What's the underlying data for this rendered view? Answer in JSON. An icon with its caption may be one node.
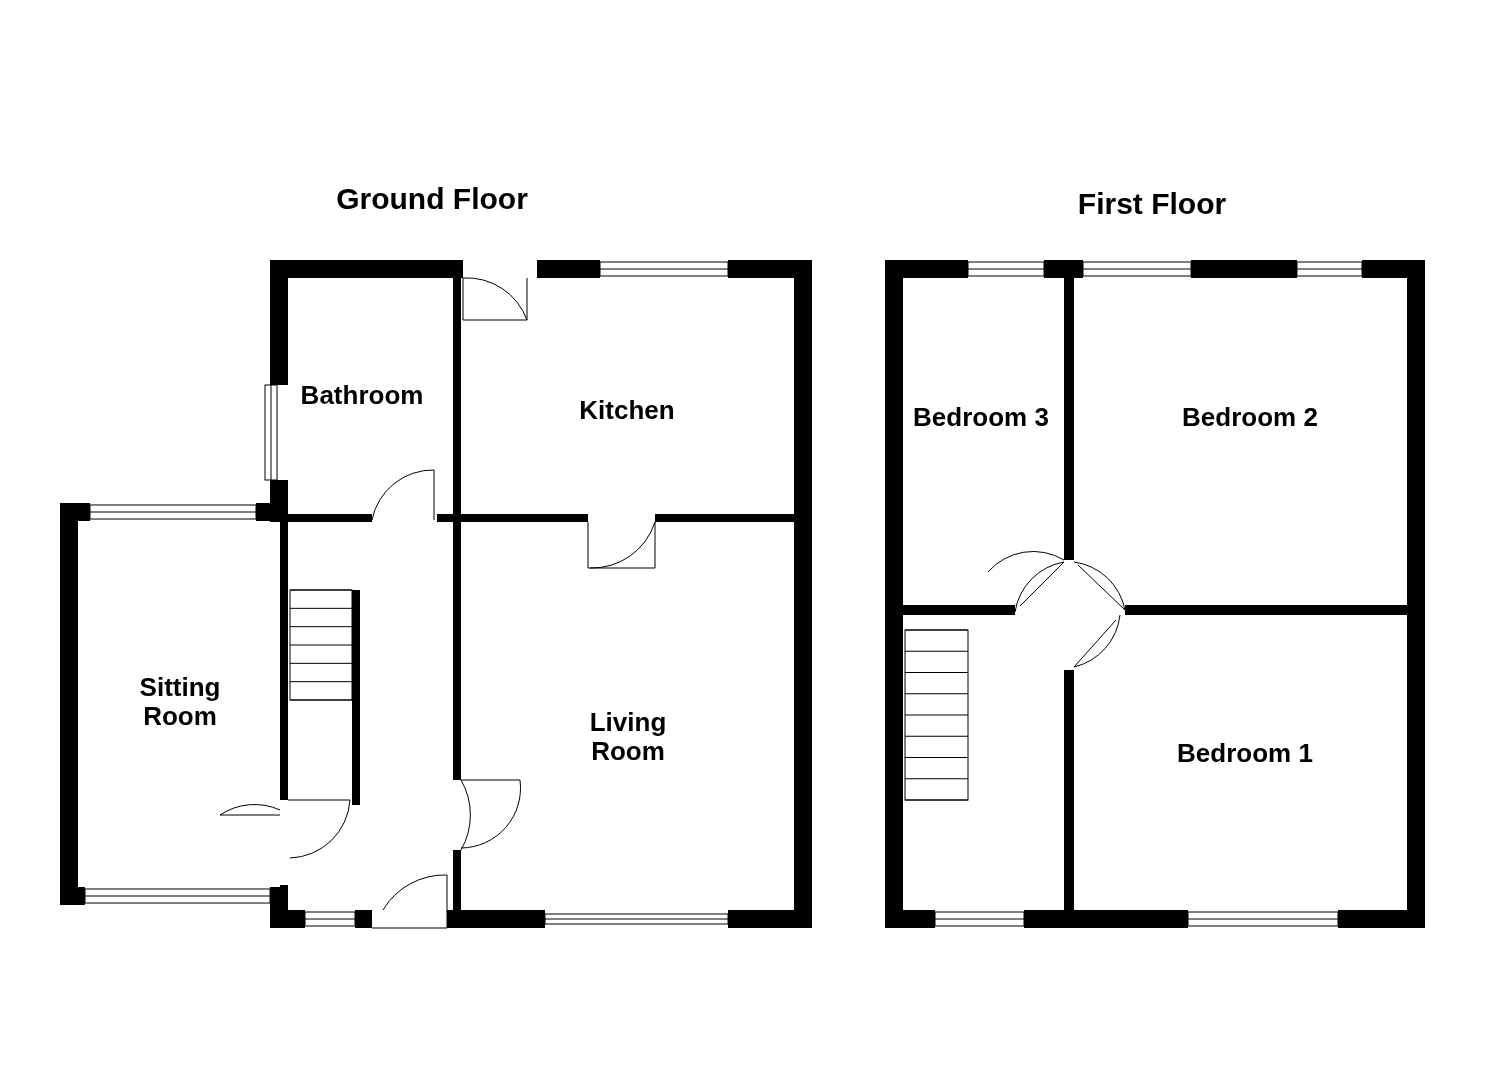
{
  "diagram": {
    "nodes": [
      {
        "text": [
          "Ground Floor"
        ]
      },
      {
        "text": [
          "Bathroom"
        ],
        "in": 0
      },
      {
        "text": [
          "Kitchen"
        ],
        "in": 0
      },
      {
        "text": [
          "Sitting Room"
        ],
        "in": 0
      },
      {
        "text": [
          "Living Room"
        ],
        "in": 0
      },
      {
        "text": [
          "First Floor"
        ]
      },
      {
        "text": [
          "Bedroom 3"
        ],
        "in": 5
      },
      {
        "text": [
          "Bedroom 2"
        ],
        "in": 5
      },
      {
        "text": [
          "Bedroom 1"
        ],
        "in": 5
      }
    ],
    "edges": []
  }
}
